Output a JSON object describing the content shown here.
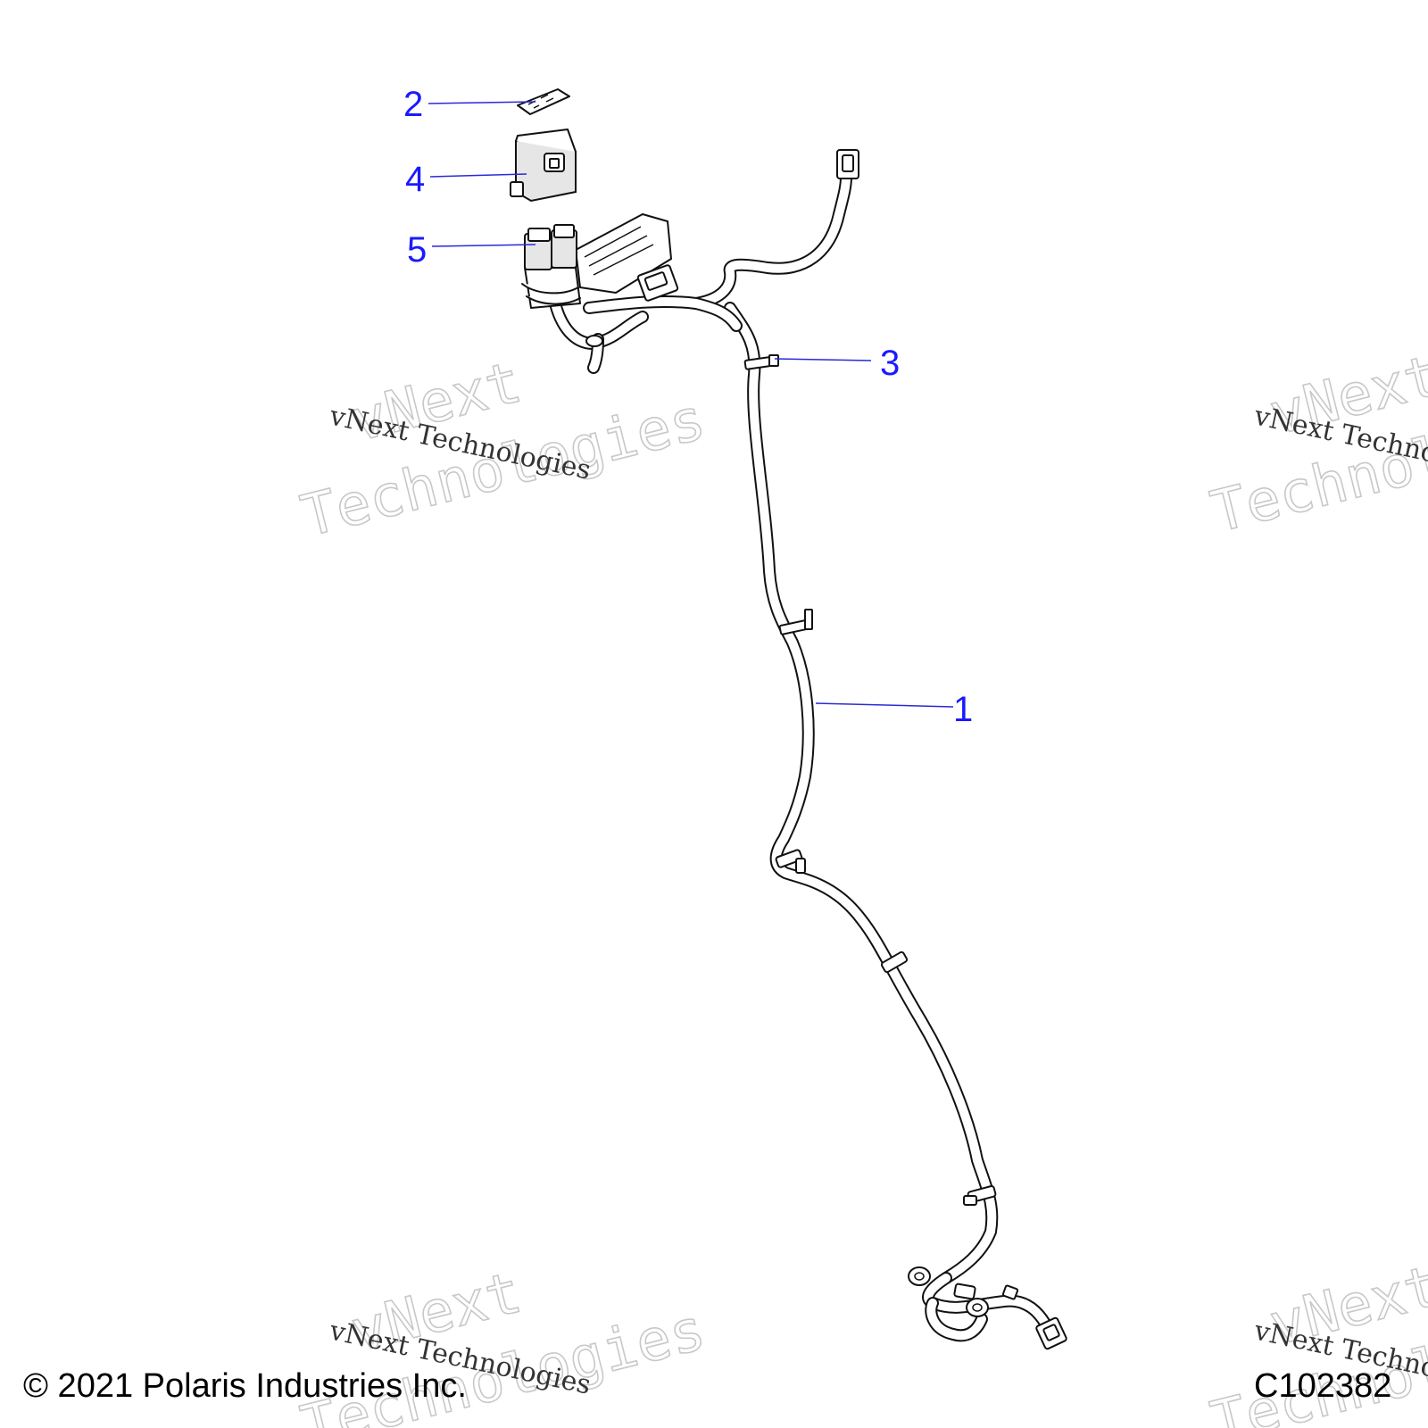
{
  "callouts": [
    {
      "id": "callout-1",
      "label": "1"
    },
    {
      "id": "callout-2",
      "label": "2"
    },
    {
      "id": "callout-3",
      "label": "3"
    },
    {
      "id": "callout-4",
      "label": "4"
    },
    {
      "id": "callout-5",
      "label": "5"
    }
  ],
  "watermark": {
    "small": "vNext Technologies",
    "big_line1": "vNext",
    "big_line2": "Technologies"
  },
  "footer": {
    "copyright": "© 2021 Polaris Industries Inc.",
    "figure_id": "C102382"
  },
  "colors": {
    "callout": "#1a1aff",
    "line_art": "#111111",
    "watermark": "#c8c8c8"
  }
}
